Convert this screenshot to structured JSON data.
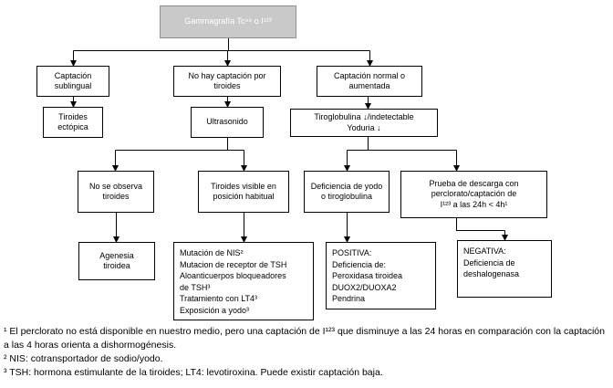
{
  "colors": {
    "root_fill": "#c9c9c9",
    "root_border": "#8f8f8f",
    "root_text": "#ffffff",
    "box_fill": "#ffffff",
    "box_border": "#000000",
    "text": "#000000",
    "connector": "#000000"
  },
  "nodes": {
    "root": {
      "lines": [
        "Gammagrafía Tc⁹⁹ o I¹²³"
      ]
    },
    "captacion_sublingual": {
      "lines": [
        "Captación",
        "sublingual"
      ]
    },
    "no_captacion_tiroides": {
      "lines": [
        "No hay captación por",
        "tiroides"
      ]
    },
    "captacion_normal": {
      "lines": [
        "Captación normal o",
        "aumentada"
      ]
    },
    "tiroides_ectopica": {
      "lines": [
        "Tiroides",
        "ectópica"
      ]
    },
    "ultrasonido": {
      "lines": [
        "Ultrasonido"
      ]
    },
    "tiroglobulina": {
      "lines": [
        "Tiroglobulina ↓/indetectable",
        "Yoduria ↓"
      ]
    },
    "no_se_observa": {
      "lines": [
        "No se observa",
        "tiroides"
      ]
    },
    "tiroides_visible": {
      "lines": [
        "Tiroides visible en",
        "posición habitual"
      ]
    },
    "deficiencia_yodo": {
      "lines": [
        "Deficiencia de yodo",
        "o tiroglobulina"
      ]
    },
    "prueba_descarga": {
      "lines": [
        "Prueba de descarga con",
        "perclorato/captación de",
        "I¹²³ a las 24h < 4h¹"
      ]
    },
    "agenesia": {
      "lines": [
        "Agenesia",
        "tiroidea"
      ]
    },
    "mutaciones": {
      "lines": [
        "Mutación de NIS²",
        "Mutacion de receptor de TSH",
        "Aloanticuerpos bloqueadores",
        "de TSH³",
        "Tratamiento con LT4³",
        "Exposición a yodo³"
      ]
    },
    "positiva": {
      "lines": [
        "POSITIVA:",
        "Deficiencia de:",
        "Peroxidasa tiroidea",
        "DUOX2/DUOXA2",
        "Pendrina"
      ]
    },
    "negativa": {
      "lines": [
        "NEGATIVA:",
        "Deficiencia de",
        "deshalogenasa"
      ]
    }
  },
  "footnotes": {
    "f1": "¹ El perclorato no está disponible en nuestro medio, pero una captación de I¹²³ que disminuye a las 24 horas en comparación con la captación a las 4 horas orienta a dishormogénesis.",
    "f2": "² NIS: cotransportador de sodio/yodo.",
    "f3": "³ TSH: hormona estimulante de la tiroides; LT4: levotiroxina. Puede existir captación baja."
  }
}
